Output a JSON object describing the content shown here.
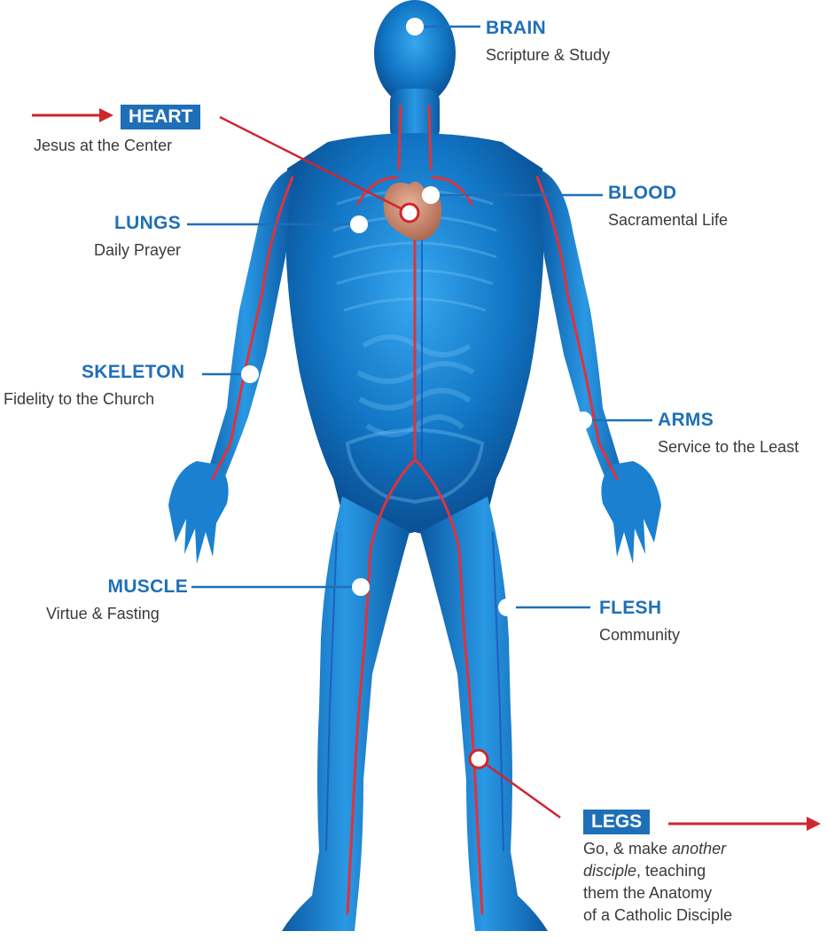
{
  "diagram": {
    "labels": {
      "brain": {
        "title": "BRAIN",
        "subtitle": "Scripture & Study"
      },
      "heart": {
        "title": "HEART",
        "subtitle": "Jesus at the Center"
      },
      "blood": {
        "title": "BLOOD",
        "subtitle": "Sacramental Life"
      },
      "lungs": {
        "title": "LUNGS",
        "subtitle": "Daily Prayer"
      },
      "skeleton": {
        "title": "SKELETON",
        "subtitle": "Fidelity to the Church"
      },
      "arms": {
        "title": "ARMS",
        "subtitle": "Service to the Least"
      },
      "muscle": {
        "title": "MUSCLE",
        "subtitle": "Virtue & Fasting"
      },
      "flesh": {
        "title": "FLESH",
        "subtitle": "Community"
      },
      "legs": {
        "title": "LEGS",
        "subtitle_prefix": "Go, & make ",
        "subtitle_emphasis_1": "another",
        "subtitle_emphasis_2": "disciple",
        "subtitle_line2_rest": ", teaching",
        "subtitle_line3": "them the Anatomy",
        "subtitle_line4": "of a Catholic Disciple"
      }
    },
    "colors": {
      "label_blue": "#1f6fb8",
      "arrow_red": "#d0252d",
      "body_blue": "#1a7fd0",
      "vessel_red": "#e0323c",
      "heart": "#c98a72"
    }
  }
}
